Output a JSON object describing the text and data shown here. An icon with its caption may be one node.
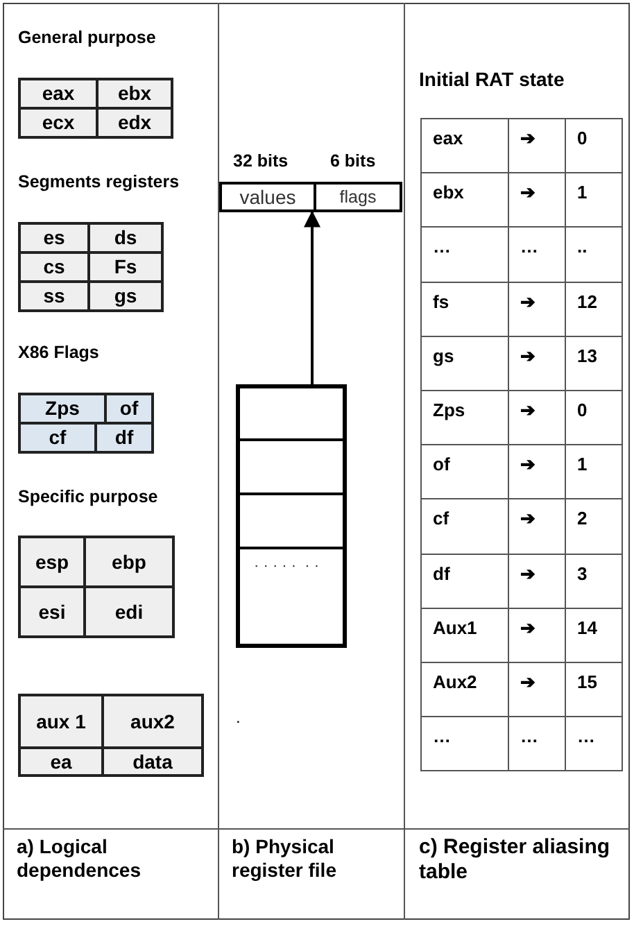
{
  "diagram": {
    "nodes": [
      {
        "text": [
          "values",
          "flags"
        ]
      },
      {
        "text": [
          "· · · · ·  · ·"
        ]
      }
    ],
    "edges": [
      {
        "from": 1,
        "to": 0,
        "arrow": "to"
      }
    ],
    "labels": [
      "General purpose",
      "eax",
      "ebx",
      "ecx",
      "edx",
      "Segments registers",
      "es",
      "ds",
      "cs",
      "Fs",
      "ss",
      "gs",
      "X86 Flags",
      "Zps",
      "of",
      "cf",
      "df",
      "Specific purpose",
      "esp",
      "ebp",
      "esi",
      "edi",
      "aux 1",
      "aux2",
      "ea",
      "data",
      "32 bits",
      "6 bits",
      ".",
      "Initial RAT state",
      "eax",
      "➔",
      "0",
      "ebx",
      "➔",
      "1",
      "…",
      "…",
      "..",
      "fs",
      "➔",
      "12",
      "gs",
      "➔",
      "13",
      "Zps",
      "➔",
      "0",
      "of",
      "➔",
      "1",
      "cf",
      "➔",
      "2",
      "df",
      "➔",
      "3",
      "Aux1",
      "➔",
      "14",
      "Aux2",
      "➔",
      "15",
      "…",
      "…",
      "…",
      "a) Logical dependences",
      "b) Physical register file",
      "c) Register aliasing table"
    ]
  }
}
